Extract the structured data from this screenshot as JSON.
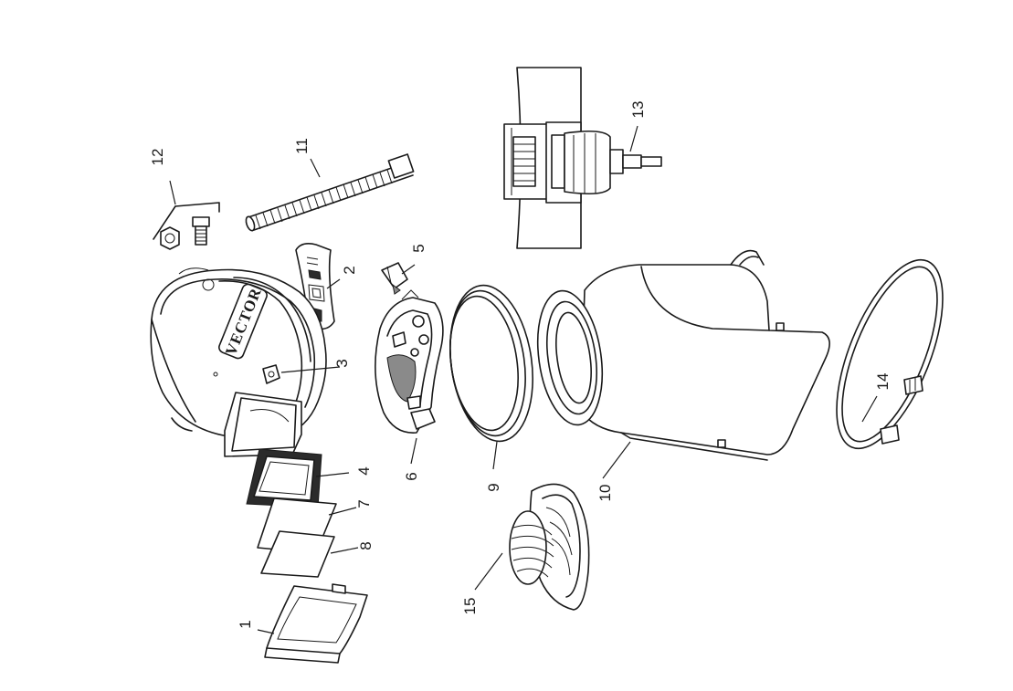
{
  "diagram": {
    "brand_text": "VECTOR",
    "callouts": [
      {
        "id": "1",
        "label": "1"
      },
      {
        "id": "2",
        "label": "2"
      },
      {
        "id": "3",
        "label": "3"
      },
      {
        "id": "4",
        "label": "4"
      },
      {
        "id": "5",
        "label": "5"
      },
      {
        "id": "6",
        "label": "6"
      },
      {
        "id": "7",
        "label": "7"
      },
      {
        "id": "8",
        "label": "8"
      },
      {
        "id": "9",
        "label": "9"
      },
      {
        "id": "10",
        "label": "10"
      },
      {
        "id": "11",
        "label": "11"
      },
      {
        "id": "12",
        "label": "12"
      },
      {
        "id": "13",
        "label": "13"
      },
      {
        "id": "14",
        "label": "14"
      },
      {
        "id": "15",
        "label": "15"
      }
    ]
  }
}
